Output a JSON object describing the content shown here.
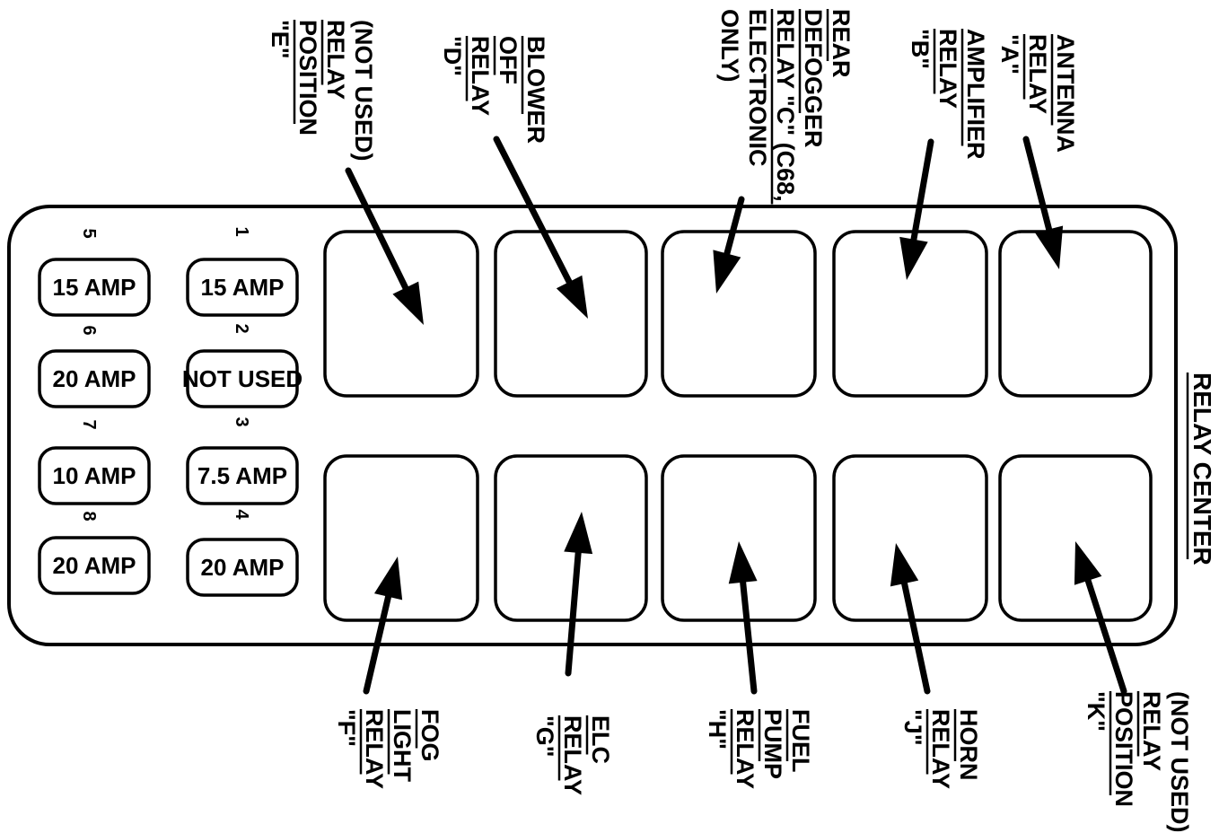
{
  "title": "RELAY CENTER",
  "fuses": [
    {
      "num": "1",
      "label": "15 AMP"
    },
    {
      "num": "2",
      "label": "NOT USED"
    },
    {
      "num": "3",
      "label": "7.5 AMP"
    },
    {
      "num": "4",
      "label": "20 AMP"
    },
    {
      "num": "5",
      "label": "15 AMP"
    },
    {
      "num": "6",
      "label": "20 AMP"
    },
    {
      "num": "7",
      "label": "10 AMP"
    },
    {
      "num": "8",
      "label": "20 AMP"
    }
  ],
  "relays_top": [
    {
      "id": "E",
      "lines": [
        "(NOT USED)",
        "RELAY",
        "POSITION",
        "\"E\""
      ]
    },
    {
      "id": "D",
      "lines": [
        "BLOWER",
        "OFF",
        "RELAY",
        "\"D\""
      ]
    },
    {
      "id": "C",
      "lines": [
        "REAR",
        "DEFOGGER",
        "RELAY \"C\" (C68,",
        "ELECTRONIC",
        "ONLY)"
      ]
    },
    {
      "id": "B",
      "lines": [
        "AMPLIFIER",
        "RELAY",
        "\"B\""
      ]
    },
    {
      "id": "A",
      "lines": [
        "ANTENNA",
        "RELAY",
        "\"A\""
      ]
    }
  ],
  "relays_bottom": [
    {
      "id": "F",
      "lines": [
        "FOG",
        "LIGHT",
        "RELAY",
        "\"F\""
      ]
    },
    {
      "id": "G",
      "lines": [
        "ELC",
        "RELAY",
        "\"G\""
      ]
    },
    {
      "id": "H",
      "lines": [
        "FUEL",
        "PUMP",
        "RELAY",
        "\"H\""
      ]
    },
    {
      "id": "J",
      "lines": [
        "HORN",
        "RELAY",
        "\"J\""
      ]
    },
    {
      "id": "K",
      "lines": [
        "(NOT USED)",
        "RELAY",
        "POSITION",
        "\"K\""
      ]
    }
  ]
}
